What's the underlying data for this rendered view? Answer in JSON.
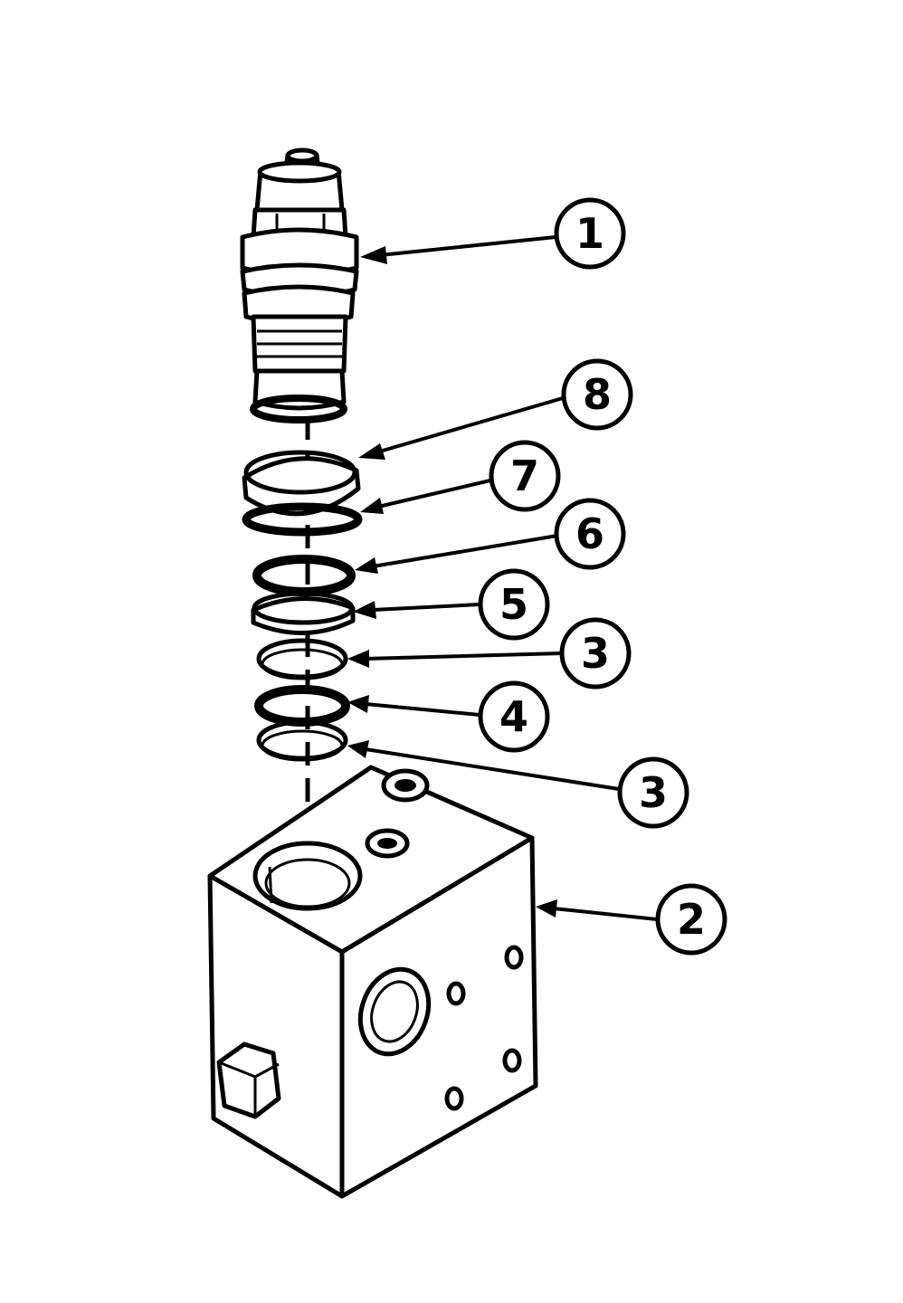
{
  "callouts": [
    {
      "id": "c1",
      "label": "1"
    },
    {
      "id": "c8",
      "label": "8"
    },
    {
      "id": "c7",
      "label": "7"
    },
    {
      "id": "c6",
      "label": "6"
    },
    {
      "id": "c5",
      "label": "5"
    },
    {
      "id": "c3a",
      "label": "3"
    },
    {
      "id": "c4",
      "label": "4"
    },
    {
      "id": "c3b",
      "label": "3"
    },
    {
      "id": "c2",
      "label": "2"
    }
  ]
}
